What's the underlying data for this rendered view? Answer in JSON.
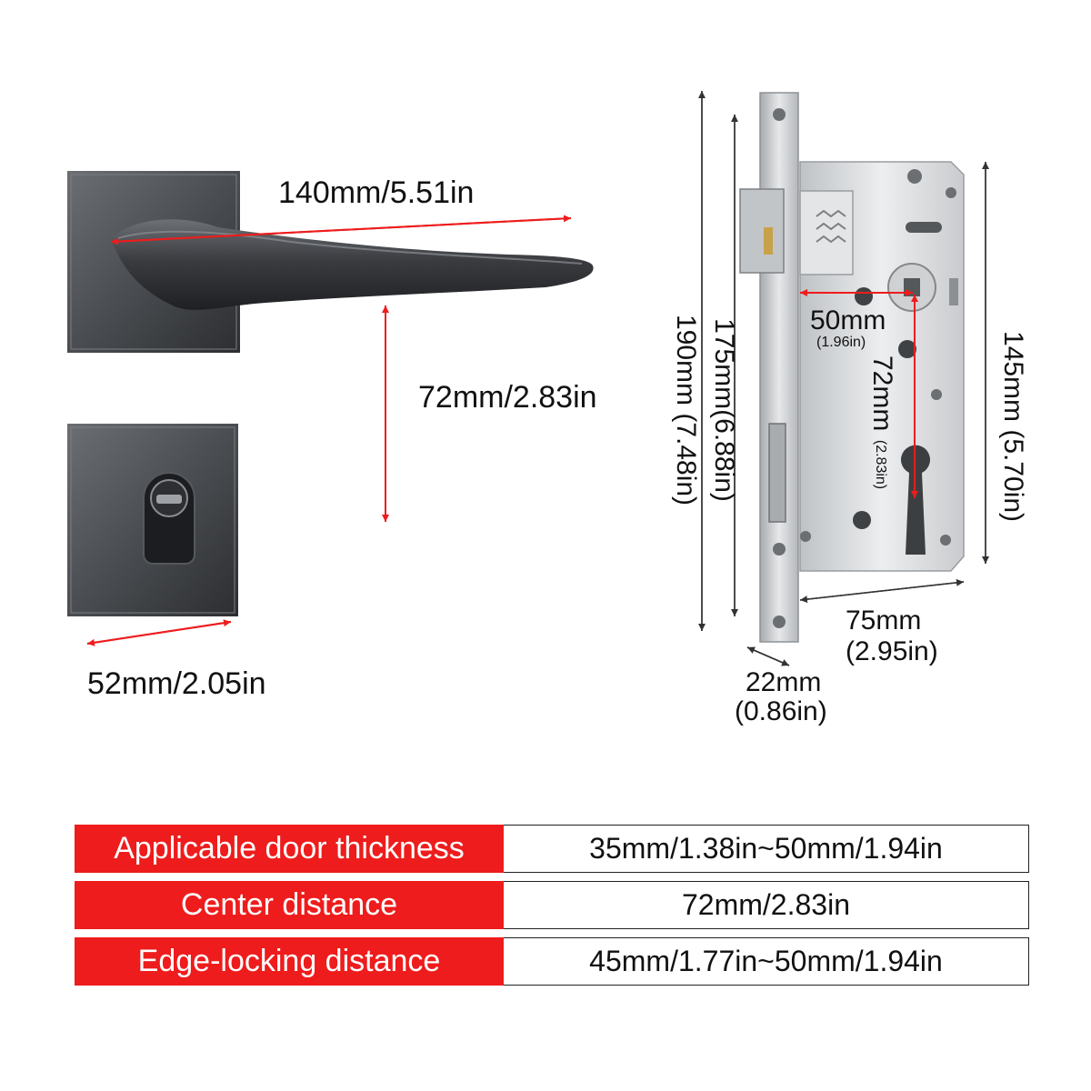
{
  "handle": {
    "length_label": "140mm/5.51in",
    "center_label": "72mm/2.83in",
    "rose_width_label": "52mm/2.05in"
  },
  "lock_body": {
    "height_total_label": "190mm (7.48in)",
    "faceplate_height_label": "175mm(6.88in)",
    "case_height_label": "145mm (5.70in)",
    "backset_label": "50mm",
    "backset_in_label": "(1.96in)",
    "center_label": "72mm",
    "center_in_label": "(2.83in)",
    "case_width_label": "75mm",
    "case_width_in_label": "(2.95in)",
    "faceplate_width_label": "22mm",
    "faceplate_width_in_label": "(0.86in)"
  },
  "colors": {
    "accent_red": "#ee1c1c",
    "handle_dark": "#3e4145",
    "steel": "#d4d6d8"
  },
  "specs": [
    {
      "label": "Applicable door thickness",
      "value": "35mm/1.38in~50mm/1.94in"
    },
    {
      "label": "Center distance",
      "value": "72mm/2.83in"
    },
    {
      "label": "Edge-locking distance",
      "value": "45mm/1.77in~50mm/1.94in"
    }
  ]
}
